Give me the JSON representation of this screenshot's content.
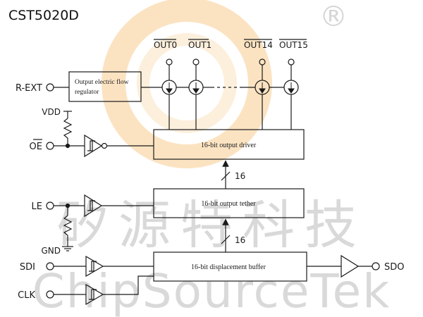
{
  "header": {
    "part_number": "CST5020D",
    "registered_mark": "®"
  },
  "watermark": {
    "chinese": "矽源特科技",
    "latin": "ChipSourceTek"
  },
  "outputs": {
    "out0": "OUT0",
    "out1": "OUT1",
    "out14": "OUT14",
    "out15": "OUT15"
  },
  "pins": {
    "rext": "R-EXT",
    "vdd": "VDD",
    "oe": "OE",
    "le": "LE",
    "gnd": "GND",
    "sdi": "SDI",
    "clk": "CLK",
    "sdo": "SDO"
  },
  "blocks": {
    "regulator_line1": "Output electric flow",
    "regulator_line2": "regulator",
    "driver": "16-bit output driver",
    "tether": "16-bit output tether",
    "buffer": "16-bit displacement buffer"
  },
  "buses": {
    "bus_upper": "16",
    "bus_lower": "16"
  },
  "colors": {
    "line": "#1a1a1a",
    "watermark_text": "#d9d9d9",
    "watermark_logo_outer": "#fbe3c2",
    "watermark_logo_inner": "#fcefdc",
    "registered": "#d6d6d6"
  }
}
